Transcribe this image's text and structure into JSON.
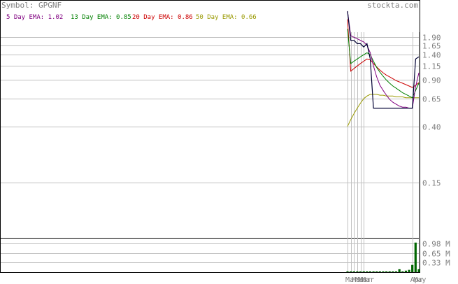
{
  "symbol_label": "Symbol: GPGNF",
  "watermark": "stockta.com",
  "legend": [
    {
      "label": "5 Day EMA: 1.02",
      "color": "#800080"
    },
    {
      "label": "13 Day EMA: 0.85",
      "color": "#008000"
    },
    {
      "label": "20 Day EMA: 0.86",
      "color": "#cc0000"
    },
    {
      "label": "50 Day EMA: 0.66",
      "color": "#999900"
    }
  ],
  "colors": {
    "price": "#000033",
    "ema5": "#800080",
    "ema13": "#008000",
    "ema20": "#cc0000",
    "ema50": "#999900",
    "volume": "#006600",
    "grid": "#c0c0c0",
    "axis_text": "#808080",
    "border": "#000000"
  },
  "chart_data": [
    {
      "type": "line",
      "title": "Symbol: GPGNF",
      "y_scale": "log",
      "y_ticks": [
        {
          "value": 1.9,
          "label": "1.90"
        },
        {
          "value": 1.65,
          "label": "1.65"
        },
        {
          "value": 1.4,
          "label": "1.40"
        },
        {
          "value": 1.15,
          "label": "1.15"
        },
        {
          "value": 0.9,
          "label": "0.90"
        },
        {
          "value": 0.65,
          "label": "0.65"
        },
        {
          "value": 0.4,
          "label": "0.40"
        },
        {
          "value": 0.15,
          "label": "0.15"
        }
      ],
      "x_labels": [
        "Mar",
        "Mar",
        "Mar",
        "Mar",
        "Mar",
        "Apr",
        "May"
      ],
      "series": [
        {
          "name": "Price",
          "values": [
            3.0,
            1.8,
            1.8,
            1.7,
            1.7,
            1.6,
            1.7,
            1.3,
            0.55,
            0.55,
            0.55,
            0.55,
            0.55,
            0.55,
            0.55,
            0.55,
            0.55,
            0.55,
            0.55,
            0.55,
            0.55,
            1.3,
            1.35
          ]
        },
        {
          "name": "5 Day EMA: 1.02",
          "values": [
            3.0,
            1.95,
            1.9,
            1.85,
            1.8,
            1.75,
            1.65,
            1.45,
            1.15,
            0.95,
            0.82,
            0.75,
            0.69,
            0.64,
            0.61,
            0.59,
            0.57,
            0.56,
            0.56,
            0.55,
            0.55,
            0.8,
            1.02
          ]
        },
        {
          "name": "13 Day EMA: 0.85",
          "values": [
            2.2,
            1.2,
            1.25,
            1.3,
            1.35,
            1.4,
            1.45,
            1.4,
            1.25,
            1.12,
            1.03,
            0.96,
            0.9,
            0.85,
            0.81,
            0.78,
            0.75,
            0.72,
            0.7,
            0.68,
            0.66,
            0.75,
            0.85
          ]
        },
        {
          "name": "20 Day EMA: 0.86",
          "values": [
            2.6,
            1.05,
            1.1,
            1.15,
            1.2,
            1.25,
            1.3,
            1.28,
            1.2,
            1.13,
            1.07,
            1.02,
            0.98,
            0.95,
            0.92,
            0.89,
            0.87,
            0.85,
            0.83,
            0.81,
            0.79,
            0.82,
            0.86
          ]
        },
        {
          "name": "50 Day EMA: 0.66",
          "values": [
            0.4,
            0.45,
            0.5,
            0.55,
            0.6,
            0.65,
            0.68,
            0.7,
            0.7,
            0.7,
            0.69,
            0.69,
            0.68,
            0.68,
            0.68,
            0.67,
            0.67,
            0.67,
            0.66,
            0.66,
            0.66,
            0.66,
            0.66
          ]
        }
      ]
    },
    {
      "type": "bar",
      "y_ticks": [
        {
          "value": 0.98,
          "label": "0.98 M"
        },
        {
          "value": 0.65,
          "label": "0.65 M"
        },
        {
          "value": 0.33,
          "label": "0.33 M"
        }
      ],
      "series": [
        {
          "name": "Volume",
          "values": [
            0.01,
            0.02,
            0.0,
            0.0,
            0.0,
            0.0,
            0.0,
            0.0,
            0.0,
            0.0,
            0.0,
            0.0,
            0.0,
            0.0,
            0.0,
            0.0,
            0.1,
            0.0,
            0.05,
            0.08,
            0.25,
            1.02,
            0.1
          ]
        }
      ]
    }
  ]
}
